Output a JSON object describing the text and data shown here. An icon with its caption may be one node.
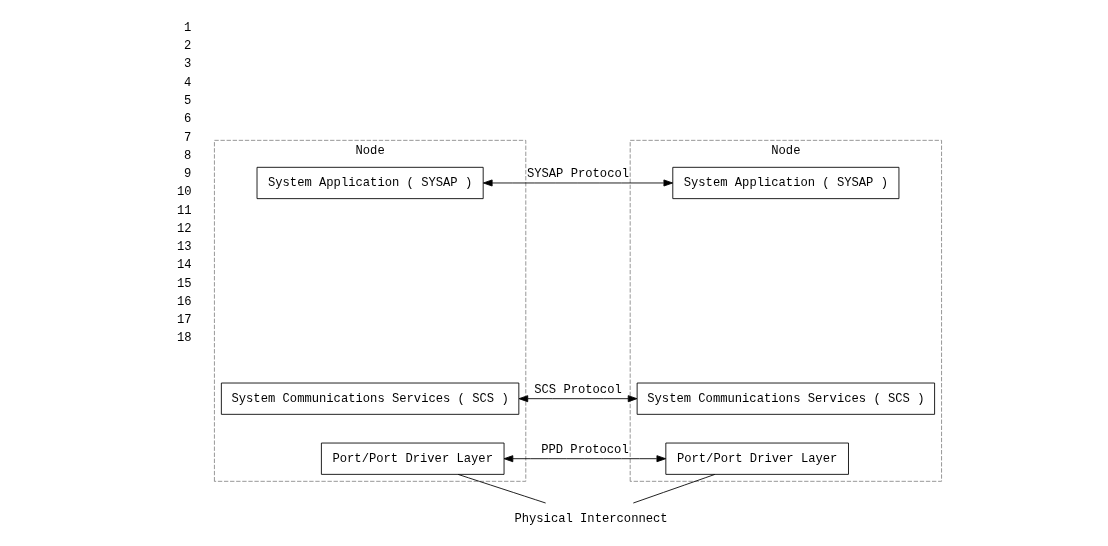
{
  "diagram": {
    "nodes": [
      {
        "text": [
          "Node"
        ]
      },
      {
        "text": [
          "System Application ( SYSAP )"
        ],
        "in": 0
      },
      {
        "text": [
          "System Communications Services ( SCS )"
        ],
        "in": 0
      },
      {
        "text": [
          "Port/Port Driver Layer"
        ],
        "in": 0
      },
      {
        "text": [
          "Node"
        ]
      },
      {
        "text": [
          "System Application ( SYSAP )"
        ],
        "in": 4
      },
      {
        "text": [
          "System Communications Services ( SCS )"
        ],
        "in": 4
      },
      {
        "text": [
          "Port/Port Driver Layer"
        ],
        "in": 4
      },
      {
        "text": [
          "Physical Interconnect"
        ]
      }
    ],
    "edges": [
      {
        "from": 1,
        "to": 5,
        "arrow": "both",
        "label": "SYSAP Protocol"
      },
      {
        "from": 2,
        "to": 6,
        "arrow": "both",
        "label": "SCS Protocol"
      },
      {
        "from": 3,
        "to": 7,
        "arrow": "both",
        "label": "PPD Protocol"
      },
      {
        "from": 3,
        "to": 8,
        "arrow": "none"
      },
      {
        "from": 7,
        "to": 8,
        "arrow": "none"
      }
    ],
    "labels": [
      "1",
      "2",
      "3",
      "4",
      "5",
      "6",
      "7",
      "8",
      "9",
      "10",
      "11",
      "12",
      "13",
      "14",
      "15",
      "16",
      "17",
      "18"
    ]
  }
}
